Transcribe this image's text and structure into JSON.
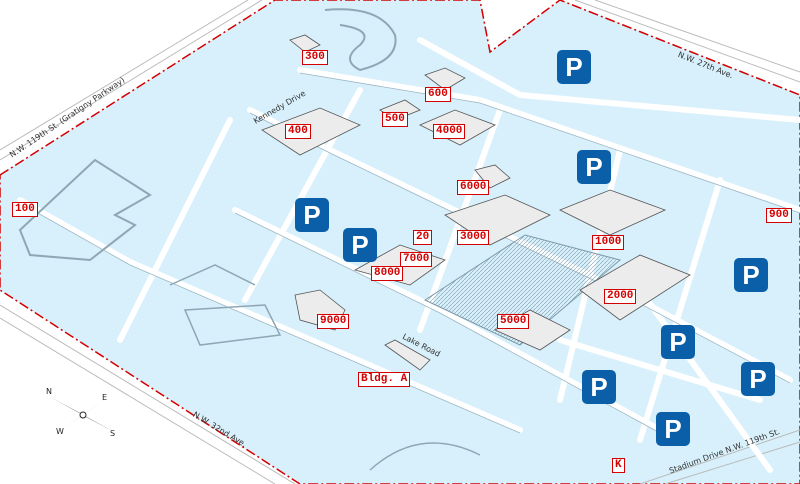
{
  "colors": {
    "campus": "#d7f0fb",
    "boundary": "#d40000",
    "road": "#ffffff",
    "building": "#ececec",
    "parking_sign": "#0a5fa8"
  },
  "buildings": {
    "b100": "100",
    "b300": "300",
    "b400": "400",
    "b500": "500",
    "b600": "600",
    "b900": "900",
    "b1000": "1000",
    "b2000": "2000",
    "b3000": "3000",
    "b4000": "4000",
    "b5000": "5000",
    "b6000": "6000",
    "b7000": "7000",
    "b8000": "8000",
    "b9000": "9000",
    "b20": "20",
    "bldgA": "Bldg. A",
    "k": "K"
  },
  "parking": {
    "symbol": "P"
  },
  "streets": {
    "nw_119th": "N.W. 119th St. (Gratigny Parkway)",
    "nw_27th": "N.W. 27th Ave.",
    "nw_32nd": "N.W. 32nd Ave.",
    "kennedy": "Kennedy Drive",
    "lake": "Lake Road",
    "stadium": "Stadium Drive N.W. 119th St."
  },
  "compass": {
    "n": "N",
    "e": "E",
    "s": "S",
    "w": "W",
    "icon": "compass-rose-icon"
  }
}
